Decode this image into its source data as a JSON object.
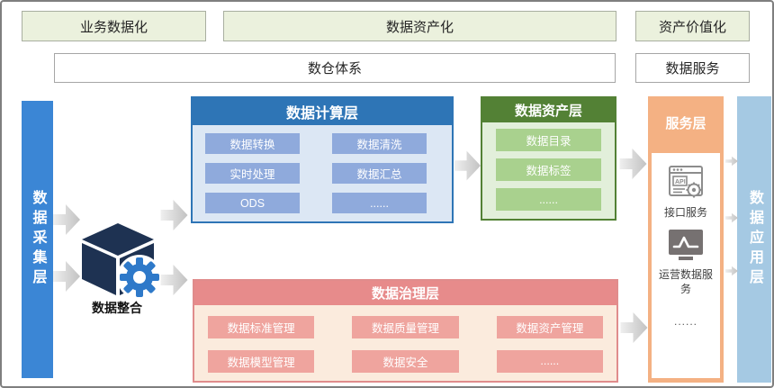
{
  "top_banner": {
    "phases": [
      {
        "label": "业务数据化"
      },
      {
        "label": "数据资产化"
      },
      {
        "label": "资产价值化"
      }
    ],
    "systems": [
      {
        "label": "数仓体系"
      },
      {
        "label": "数据服务"
      }
    ]
  },
  "left_bar": {
    "label": "数据采集层"
  },
  "right_bar": {
    "label": "数据应用层"
  },
  "integration": {
    "label": "数据整合"
  },
  "compute_layer": {
    "title": "数据计算层",
    "items": [
      "数据转换",
      "数据清洗",
      "实时处理",
      "数据汇总",
      "ODS",
      "......"
    ]
  },
  "asset_layer": {
    "title": "数据资产层",
    "items": [
      "数据目录",
      "数据标签",
      "......"
    ]
  },
  "service_layer": {
    "title": "服务层",
    "services": [
      {
        "icon": "api-icon",
        "label": "接口服务"
      },
      {
        "icon": "line-chart-icon",
        "label": "运营数据服务"
      }
    ],
    "more": "......"
  },
  "governance_layer": {
    "title": "数据治理层",
    "items": [
      "数据标准管理",
      "数据质量管理",
      "数据资产管理",
      "数据模型管理",
      "数据安全",
      "......"
    ]
  },
  "colors": {
    "phase_fill": "#EBF1DD",
    "compute_header": "#2E75B6",
    "compute_item": "#8FAADC",
    "compute_body": "#DCE7F4",
    "asset_header": "#538135",
    "asset_item": "#A9D18E",
    "asset_body": "#E2EFDA",
    "service_fill": "#F4B183",
    "governance_header": "#E78B8B",
    "governance_item": "#EFA49E",
    "governance_body": "#FBEBDD",
    "left_bar_fill": "#3B86D5",
    "right_bar_fill": "#A5C9E3",
    "cube_navy": "#1E3252",
    "gear_blue": "#2E79C9",
    "arrow_gray": "#C9C9C9"
  }
}
